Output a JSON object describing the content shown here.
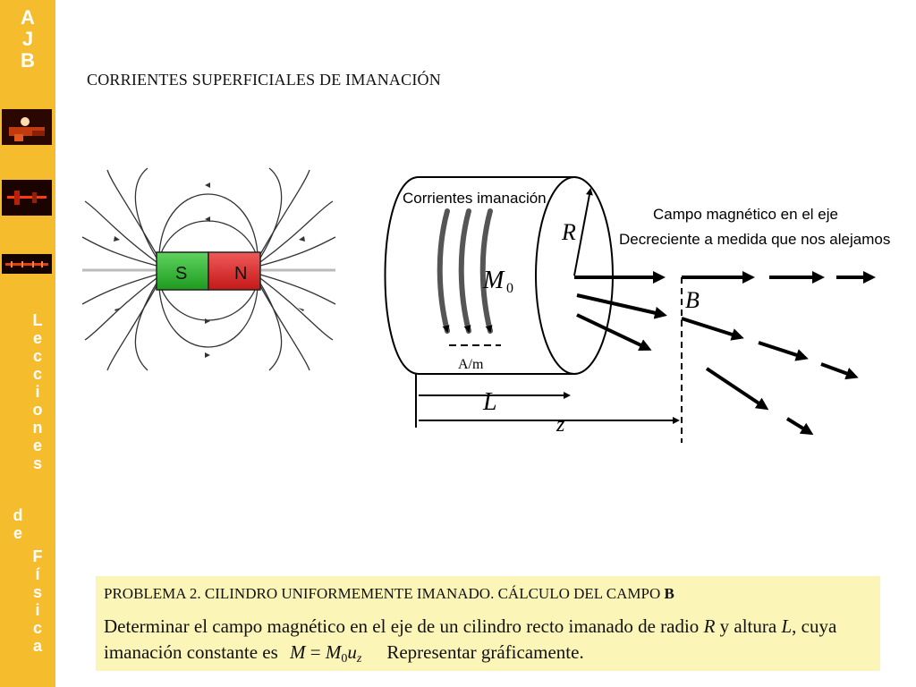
{
  "sidebar": {
    "brand": [
      "A",
      "J",
      "B"
    ],
    "word_lecciones": [
      "L",
      "e",
      "c",
      "c",
      "i",
      "o",
      "n",
      "e",
      "s"
    ],
    "word_de": [
      "d",
      "e"
    ],
    "word_fisica": [
      "F",
      "í",
      "s",
      "i",
      "c",
      "a"
    ]
  },
  "slide": {
    "title": "CORRIENTES SUPERFICIALES DE IMANACIÓN"
  },
  "magnet_figure": {
    "pole_s": "S",
    "pole_n": "N"
  },
  "cylinder_figure": {
    "label_currents": "Corrientes imanación",
    "label_R": "R",
    "label_M": "M",
    "label_M_sub": "0",
    "label_unit": "A/m",
    "label_L": "L",
    "label_z": "z",
    "label_B": "B",
    "caption_line1": "Campo magnético en el eje",
    "caption_line2": "Decreciente a medida que nos alejamos"
  },
  "problem": {
    "heading_prefix": "PROBLEMA 2. CILINDRO UNIFORMEMENTE IMANADO. CÁLCULO DEL CAMPO ",
    "heading_bold": "B",
    "text_part1": "Determinar el campo magnético en el eje de un cilindro recto imanado de radio ",
    "var_R": "R",
    "text_part2": " y altura ",
    "var_L": "L",
    "text_part3": ", cuya imanación constante es",
    "eq_M": "M",
    "eq_equals": " = ",
    "eq_M0": "M",
    "eq_M0_sub": "0",
    "eq_u": "u",
    "eq_u_sub": "z",
    "text_part4": "Representar gráficamente."
  }
}
